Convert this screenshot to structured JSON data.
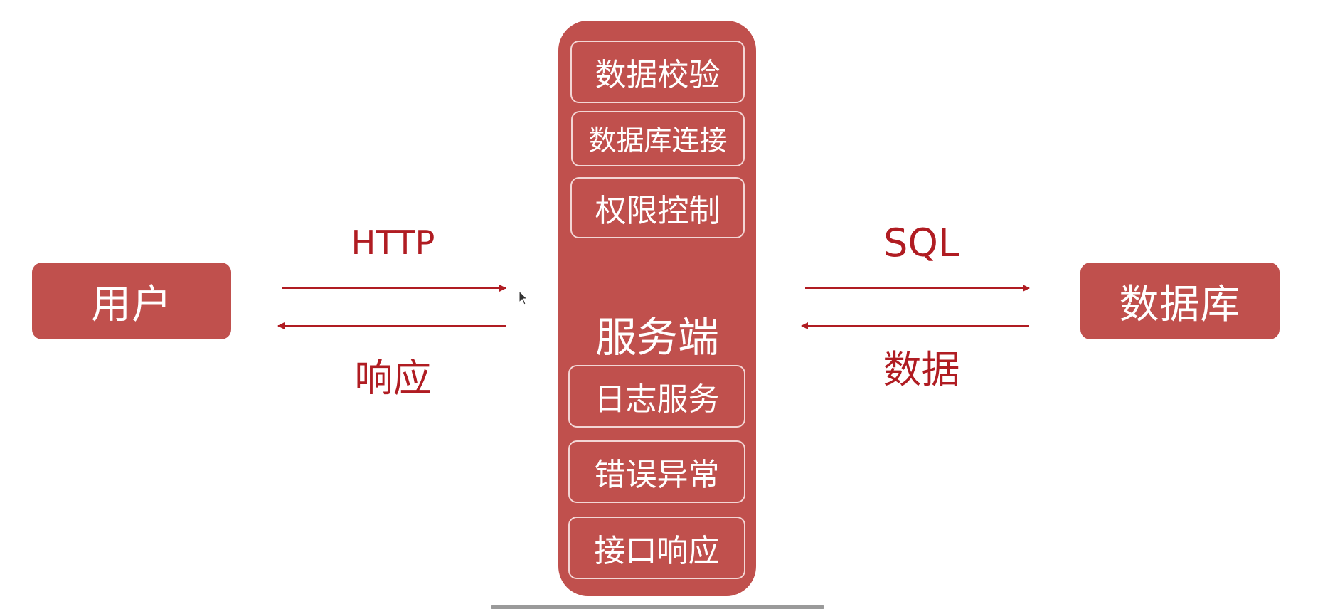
{
  "colors": {
    "node_fill": "#c0504d",
    "module_border": "#f3d6d5",
    "arrow": "#b01c22",
    "label_text": "#b01c22"
  },
  "nodes": {
    "user": "用户",
    "database": "数据库",
    "server": "服务端"
  },
  "server_modules_top": [
    "数据校验",
    "数据库连接",
    "权限控制"
  ],
  "server_modules_bottom": [
    "日志服务",
    "错误异常",
    "接口响应"
  ],
  "edges": {
    "user_to_server": "HTTP",
    "server_to_user": "响应",
    "server_to_db": "SQL",
    "db_to_server": "数据"
  },
  "icons": {
    "cursor": "mouse-pointer-icon"
  }
}
